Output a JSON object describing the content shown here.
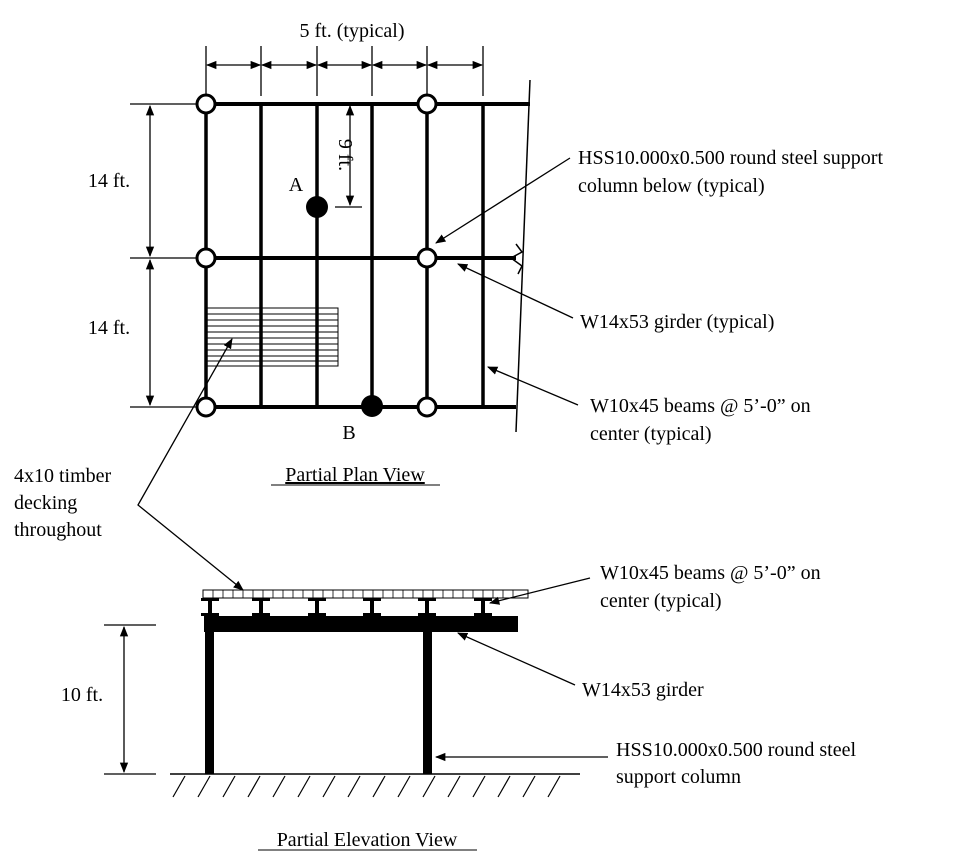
{
  "plan": {
    "spacing_label": "5 ft. (typical)",
    "bay1_label": "14 ft.",
    "bay2_label": "14 ft.",
    "dist_label": "9 ft.",
    "point_a": "A",
    "point_b": "B",
    "column_callout": [
      "HSS10.000x0.500 round steel support",
      "column below (typical)"
    ],
    "girder_callout": "W14x53 girder (typical)",
    "beam_callout": [
      "W10x45 beams @ 5’-0” on",
      "center (typical)"
    ],
    "decking_callout": [
      "4x10 timber",
      "decking",
      "throughout"
    ],
    "title": "Partial Plan View"
  },
  "elevation": {
    "height_label": "10 ft.",
    "beam_callout": [
      "W10x45 beams @ 5’-0” on",
      "center (typical)"
    ],
    "girder_callout": "W14x53 girder",
    "column_callout": [
      "HSS10.000x0.500 round steel",
      "support column"
    ],
    "title": "Partial Elevation View"
  }
}
